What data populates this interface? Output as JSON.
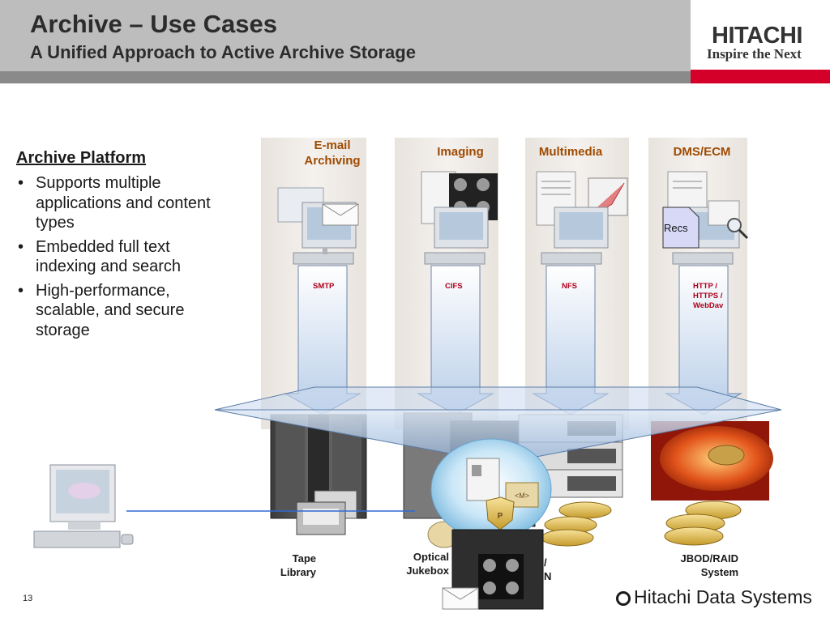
{
  "header": {
    "title": "Archive –  Use Cases",
    "subtitle": "A Unified Approach to Active Archive Storage",
    "logo_main": "HITACHI",
    "logo_tagline": "Inspire the Next"
  },
  "platform": {
    "heading": "Archive Platform",
    "bullets": [
      "Supports multiple applications and content types",
      "Embedded full text indexing and search",
      "High-performance, scalable, and secure storage"
    ]
  },
  "columns": [
    {
      "label_line1": "E-mail",
      "label_line2": "Archiving",
      "protocol_lines": [
        "SMTP"
      ]
    },
    {
      "label_line1": "Imaging",
      "label_line2": "",
      "protocol_lines": [
        "CIFS"
      ]
    },
    {
      "label_line1": "Multimedia",
      "label_line2": "",
      "protocol_lines": [
        "NFS"
      ]
    },
    {
      "label_line1": "DMS/ECM",
      "label_line2": "",
      "protocol_lines": [
        "HTTP /",
        "HTTPS /",
        "WebDav"
      ]
    }
  ],
  "recs_label": "Recs",
  "storage_tiers": [
    {
      "line1": "Tape",
      "line2": "Library"
    },
    {
      "line1": "Optical",
      "line2": "Jukebox"
    },
    {
      "line1": "/",
      "line2": "N"
    },
    {
      "line1": "JBOD/RAID",
      "line2": "System"
    }
  ],
  "footer": {
    "page_number": "13",
    "company": "Hitachi Data Systems"
  },
  "colors": {
    "header_gray": "#bdbdbd",
    "accent_red": "#d4002a",
    "column_label": "#a04a00",
    "protocol_red": "#b0001a",
    "arrow_blue": "#c9d9ef"
  }
}
